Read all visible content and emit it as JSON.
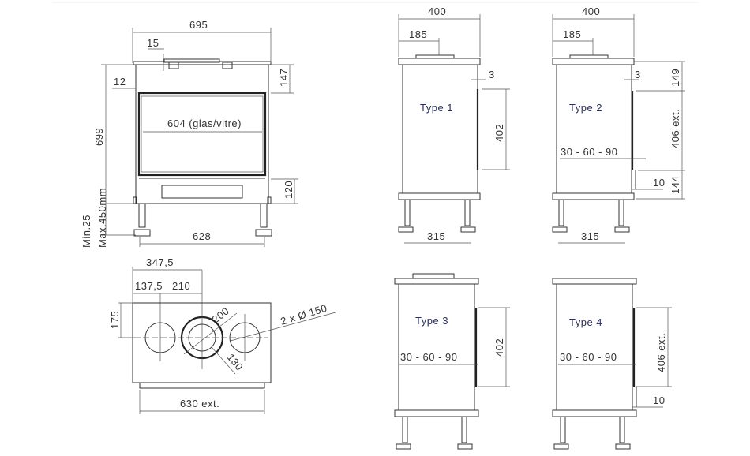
{
  "front_view": {
    "width": "695",
    "offset_top": "15",
    "side_margin": "12",
    "height": "699",
    "top_to_glass": "147",
    "glass_width": "604 (glas/vitre)",
    "bottom_panel": "120",
    "leg_spacing": "628",
    "leg_min": "Min.25",
    "leg_max": "Max.450mm"
  },
  "top_view": {
    "center_offset": "347,5",
    "left_offset": "137,5",
    "spacing": "210",
    "depth_offset": "175",
    "outer_diameter": "200",
    "inner_diameter": "130",
    "side_outlets": "2 x Ø 150",
    "width_ext": "630 ext."
  },
  "side_views": [
    {
      "label": "Type 1",
      "depth": "400",
      "center": "185",
      "gap": "3",
      "glass_height": "402",
      "leg_spacing": "315"
    },
    {
      "label": "Type 2",
      "depth": "400",
      "center": "185",
      "gap": "3",
      "top": "149",
      "glass_height": "406 ext.",
      "bottom": "144",
      "adjust": "30 - 60 - 90",
      "offset": "10",
      "leg_spacing": "315"
    },
    {
      "label": "Type 3",
      "adjust": "30 - 60 - 90",
      "glass_height": "402"
    },
    {
      "label": "Type 4",
      "adjust": "30 - 60 - 90",
      "glass_height": "406 ext.",
      "offset": "10"
    }
  ]
}
